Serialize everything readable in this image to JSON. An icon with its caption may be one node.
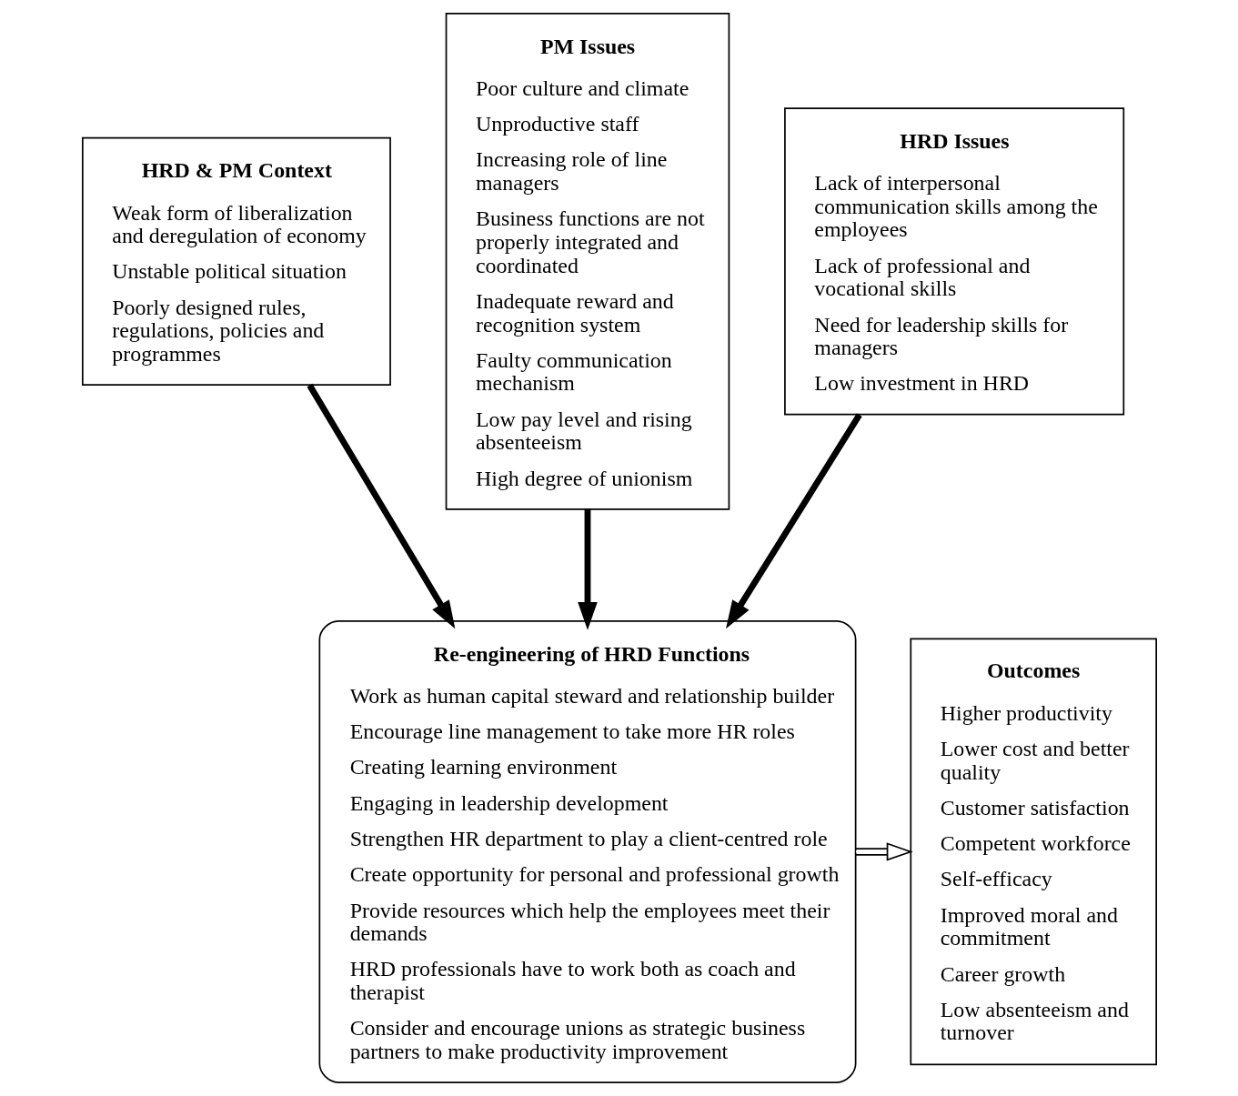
{
  "diagram": {
    "nodes": [
      {
        "text": [
          "HRD & PM Context",
          "Weak form of liberalization and deregulation of economy",
          "Unstable political situation",
          "Poorly designed rules, regulations, policies and programmes"
        ]
      },
      {
        "text": [
          "PM Issues",
          "Poor culture and climate",
          "Unproductive staff",
          "Increasing role of line managers",
          "Business functions are not properly integrated and coordinated",
          "Inadequate reward and recognition system",
          "Faulty communication mechanism",
          "Low pay level and rising absenteeism",
          "High degree of unionism"
        ]
      },
      {
        "text": [
          "HRD Issues",
          "Lack of interpersonal communication skills among the employees",
          "Lack of professional and vocational skills",
          "Need for leadership skills for managers",
          "Low investment in HRD"
        ]
      },
      {
        "text": [
          "Re-engineering of HRD Functions",
          "Work as human capital steward and relationship builder",
          "Encourage line management to take more HR roles",
          "Creating learning environment",
          "Engaging in leadership development",
          "Strengthen HR department to play a client-centred role",
          "Create opportunity for personal and professional growth",
          "Provide resources which help the employees meet their demands",
          "HRD professionals have to work both as coach and therapist",
          "Consider and encourage unions as strategic business partners to make productivity improvement"
        ]
      },
      {
        "text": [
          "Outcomes",
          "Higher productivity",
          "Lower cost and better quality",
          "Customer satisfaction",
          "Competent workforce",
          "Self-efficacy",
          "Improved moral and commitment",
          "Career growth",
          "Low absenteeism and turnover"
        ]
      }
    ],
    "edges": [
      {
        "from": 0,
        "to": 3,
        "arrow": "to"
      },
      {
        "from": 1,
        "to": 3,
        "arrow": "to"
      },
      {
        "from": 2,
        "to": 3,
        "arrow": "to"
      },
      {
        "from": 3,
        "to": 4,
        "arrow": "to"
      }
    ]
  }
}
